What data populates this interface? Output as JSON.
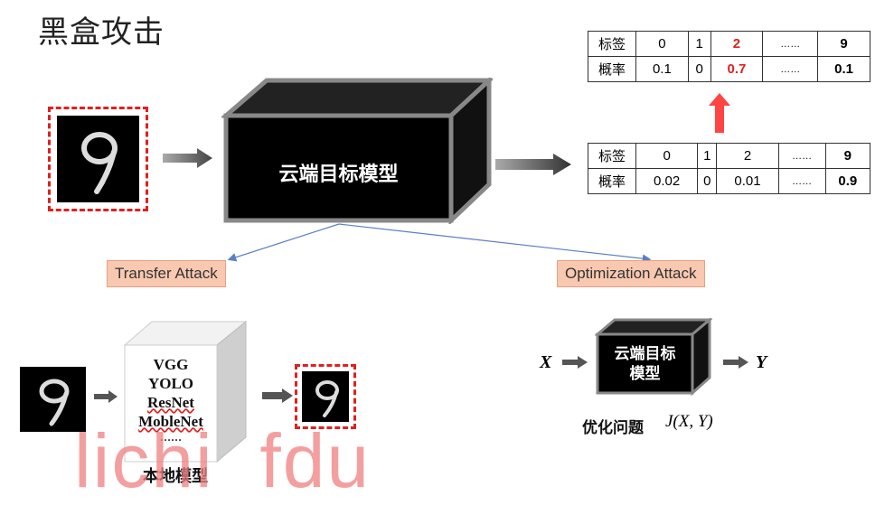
{
  "title": "黑盒攻击",
  "cloud_model": {
    "label": "云端目标模型"
  },
  "table_top": {
    "row1_header": "标签",
    "row1": [
      "0",
      "1",
      "2",
      "……",
      "9"
    ],
    "row2_header": "概率",
    "row2": [
      "0.1",
      "0",
      "0.7",
      "……",
      "0.1"
    ]
  },
  "table_bottom": {
    "row1_header": "标签",
    "row1": [
      "0",
      "1",
      "2",
      "……",
      "9"
    ],
    "row2_header": "概率",
    "row2": [
      "0.02",
      "0",
      "0.01",
      "……",
      "0.9"
    ]
  },
  "transfer_attack": "Transfer Attack",
  "optimization_attack": "Optimization Attack",
  "local_models": [
    "VGG",
    "YOLO",
    "ResNet",
    "MobleNet",
    "……"
  ],
  "local_model_label": "本地模型",
  "opt": {
    "x_label": "X",
    "y_label": "Y",
    "box_label_line1": "云端目标",
    "box_label_line2": "模型",
    "problem_label": "优化问题",
    "formula": "J(X, Y)"
  },
  "watermark": "lichi  fdu",
  "colors": {
    "accent_red": "#e02020",
    "label_bg": "#f9c8b0",
    "arrow_gray": "#555555"
  }
}
